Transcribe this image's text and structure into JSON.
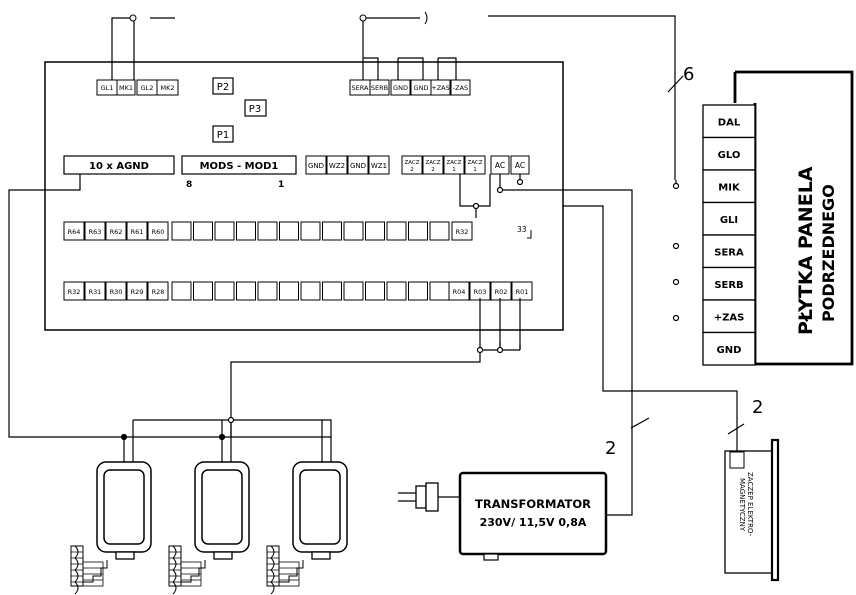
{
  "board": {
    "top_connectors": [
      "GL1",
      "MK1",
      "GL2",
      "MK2",
      "SERA",
      "SERB",
      "GND",
      "GND",
      "+ZAS",
      "-ZAS"
    ],
    "p_labels": [
      "P2",
      "P3",
      "P1"
    ],
    "agnd_label": "10 x AGND",
    "mods_label": "MODS - MOD1",
    "mods_left": "8",
    "mods_right": "1",
    "mid_connectors": [
      "GND",
      "WZ2",
      "GND",
      "WZ1"
    ],
    "zacz_connectors": [
      {
        "top": "ZACZ",
        "bottom": "2"
      },
      {
        "top": "ZACZ",
        "bottom": "2"
      },
      {
        "top": "ZACZ",
        "bottom": "1"
      },
      {
        "top": "ZACZ",
        "bottom": "1"
      }
    ],
    "ac_labels": [
      "AC",
      "AC"
    ],
    "row1_left": [
      "R64",
      "R63",
      "R62",
      "R61",
      "R60"
    ],
    "row1_right": "R32",
    "row1_end": "33",
    "row2_left": [
      "R32",
      "R31",
      "R30",
      "R29",
      "R28"
    ],
    "row2_right": [
      "R04",
      "R03",
      "R02",
      "R01"
    ]
  },
  "panel": {
    "title_line1": "PŁYTKA PANELA",
    "title_line2": "PODRZEDNEGO",
    "terminals": [
      "DAL",
      "GLO",
      "MIK",
      "GLI",
      "SERA",
      "SERB",
      "+ZAS",
      "GND"
    ],
    "wire_count": "6"
  },
  "transformer": {
    "title": "TRANSFORMATOR",
    "spec": "230V/ 11,5V 0,8A",
    "wire_count": "2"
  },
  "electromagnet": {
    "line1": "ZACZEP ELEKTRO-",
    "line2": "MAGNETYCZNY",
    "wire_count": "2"
  }
}
